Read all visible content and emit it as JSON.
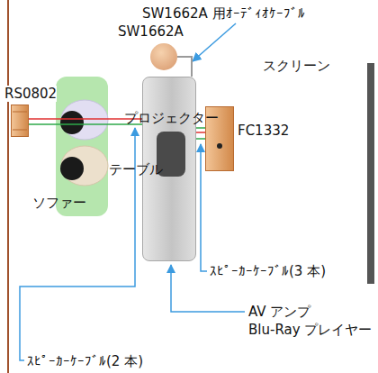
{
  "diagram": {
    "nodes": [
      {
        "text": [
          "テーブル"
        ]
      },
      {
        "text": [
          "プロジェクター"
        ],
        "in": 0
      },
      {
        "text": [
          "ソファー"
        ]
      },
      {
        "text": [
          "RS0802"
        ]
      },
      {
        "text": [
          "SW1662A"
        ]
      },
      {
        "text": [
          "FC1332"
        ]
      },
      {
        "text": [
          "スクリーン"
        ]
      }
    ],
    "edges": [
      {
        "from": 0,
        "to": 3,
        "arrow": "none"
      },
      {
        "from": 0,
        "to": 5,
        "arrow": "none"
      },
      {
        "from": 0,
        "to": 4,
        "arrow": "none"
      }
    ],
    "labels": [
      "SW1662A 用ｵｰﾃﾞｨｵｹｰﾌﾞﾙ",
      "ｽﾋﾟｰｶｰｹｰﾌﾞﾙ(3 本)",
      "AV アンプ",
      "Blu-Ray プレイヤー",
      "ｽﾋﾟｰｶｰｹｰﾌﾞﾙ(2 本)"
    ]
  }
}
